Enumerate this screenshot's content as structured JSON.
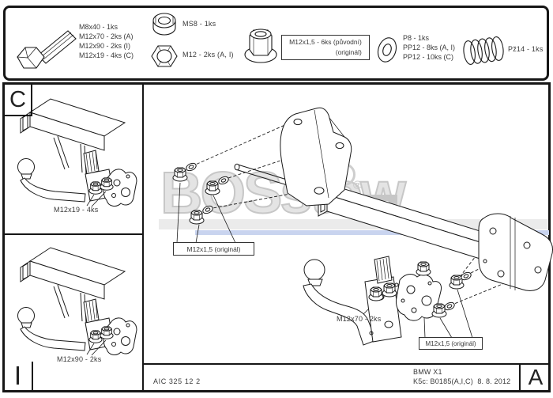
{
  "parts_strip": {
    "bolt_lines": [
      "M8x40 - 1ks",
      "M12x70 - 2ks (A)",
      "M12x90 - 2ks (I)",
      "M12x19 - 4ks (C)"
    ],
    "locknut_label": "MS8 - 1ks",
    "hexnut_label": "M12 - 2ks (A, I)",
    "flange_box_line1": "M12x1,5 - 6ks (původní)",
    "flange_box_line2": "(originál)",
    "washer_lines": [
      "P8 - 1ks",
      "PP12 - 8ks (A, I)",
      "PP12 - 10ks (C)"
    ],
    "spring_label": "Pž14 - 1ks"
  },
  "views": {
    "c": {
      "letter": "C",
      "label": "M12x19 - 4ks"
    },
    "i": {
      "letter": "I",
      "label": "M12x90 - 2ks"
    }
  },
  "main_view": {
    "original_left": "M12x1,5 (originál)",
    "bolts_label": "M12x70 - 2ks",
    "original_right": "M12x1,5 (originál)"
  },
  "watermark": {
    "word": "BOSstow",
    "reg_circle": "R",
    "reg_small": "®",
    "bars": "bars",
    "gray": "#c7c7c7",
    "blue": "#96a7de"
  },
  "title_block": {
    "doc_number": "AIC 325 12 2",
    "vehicle": "BMW X1",
    "reference": "K5c: B0185(A,I,C)  8. 8. 2012",
    "revision": "A"
  }
}
